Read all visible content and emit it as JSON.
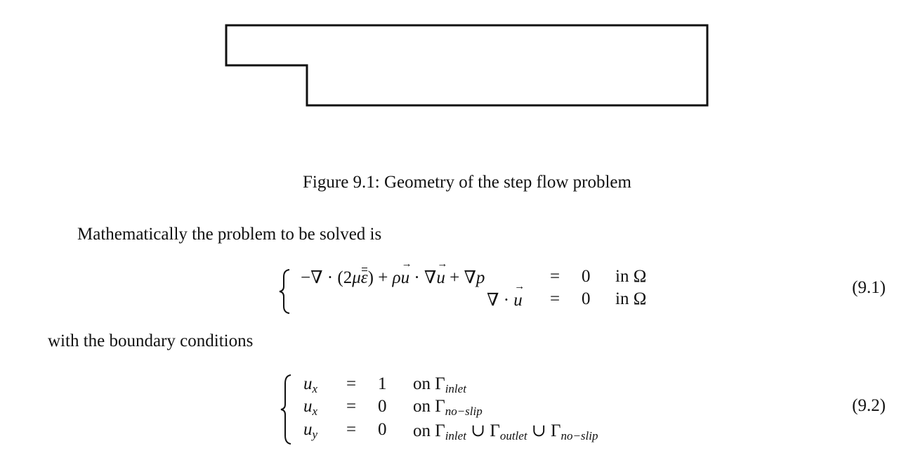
{
  "figure": {
    "caption": "Figure 9.1: Geometry of the step flow problem"
  },
  "text": {
    "intro": "Mathematically the problem to be solved is",
    "bc_intro": "with the boundary conditions"
  },
  "equations": {
    "eq1": {
      "number": "(9.1)",
      "rows": [
        {
          "lhs_tail": "∇ · ",
          "eq": "=",
          "val": "0",
          "domain": "in Ω"
        },
        {
          "eq": "=",
          "val": "0",
          "domain": "in Ω"
        }
      ]
    },
    "eq2": {
      "number": "(9.2)",
      "rows": [
        {
          "var": "u",
          "sub": "x",
          "eq": "=",
          "val": "1",
          "on": "on Γ",
          "where": "inlet"
        },
        {
          "var": "u",
          "sub": "x",
          "eq": "=",
          "val": "0",
          "on": "on Γ",
          "where": "no−slip"
        },
        {
          "var": "u",
          "sub": "y",
          "eq": "=",
          "val": "0",
          "on": "on Γ",
          "where1": "inlet",
          "cup": " ∪ Γ",
          "where2": "outlet",
          "where3": "no−slip"
        }
      ]
    }
  }
}
